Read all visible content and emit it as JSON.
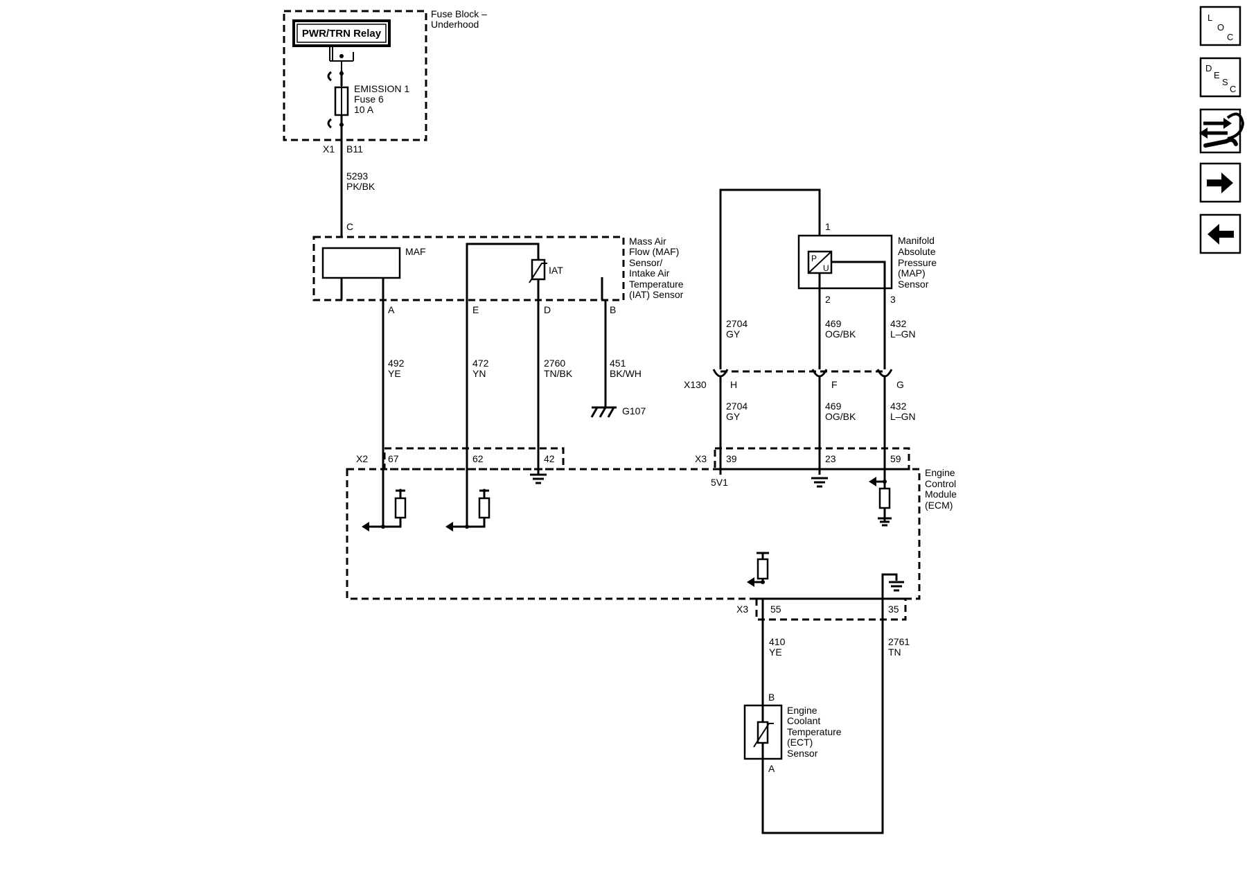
{
  "fuse_block": {
    "relay_label": "PWR/TRN Relay",
    "title_lines": [
      "Fuse Block –",
      "Underhood"
    ],
    "fuse_lines": [
      "EMISSION 1",
      "Fuse 6",
      "10 A"
    ],
    "connector": "X1",
    "pin": "B11"
  },
  "wire_5293": {
    "circuit": "5293",
    "color": "PK/BK"
  },
  "maf_iat": {
    "pin_c": "C",
    "maf_label": "MAF",
    "iat_label": "IAT",
    "title_lines": [
      "Mass Air",
      "Flow (MAF)",
      "Sensor/",
      "Intake Air",
      "Temperature",
      "(IAT) Sensor"
    ],
    "pins": {
      "a": "A",
      "e": "E",
      "d": "D",
      "b": "B"
    }
  },
  "wires_maf": {
    "w492": {
      "circuit": "492",
      "color": "YE"
    },
    "w472": {
      "circuit": "472",
      "color": "YN"
    },
    "w2760": {
      "circuit": "2760",
      "color": "TN/BK"
    },
    "w451": {
      "circuit": "451",
      "color": "BK/WH"
    }
  },
  "ground_g107": "G107",
  "map_sensor": {
    "title_lines": [
      "Manifold",
      "Absolute",
      "Pressure",
      "(MAP)",
      "Sensor"
    ],
    "pins": {
      "p1": "1",
      "p2": "2",
      "p3": "3"
    },
    "symbol_p": "P",
    "symbol_u": "U"
  },
  "map_wires_upper": {
    "w2704": {
      "circuit": "2704",
      "color": "GY"
    },
    "w469": {
      "circuit": "469",
      "color": "OG/BK"
    },
    "w432": {
      "circuit": "432",
      "color": "L–GN"
    }
  },
  "x130": {
    "connector": "X130",
    "pins": {
      "h": "H",
      "f": "F",
      "g": "G"
    }
  },
  "map_wires_lower": {
    "w2704": {
      "circuit": "2704",
      "color": "GY"
    },
    "w469": {
      "circuit": "469",
      "color": "OG/BK"
    },
    "w432": {
      "circuit": "432",
      "color": "L–GN"
    }
  },
  "ecm": {
    "x2_connector": "X2",
    "x2_pins": {
      "p67": "67",
      "p62": "62",
      "p42": "42"
    },
    "x3_connector": "X3",
    "x3_pins": {
      "p39": "39",
      "p23": "23",
      "p59": "59"
    },
    "ref_5v": "5V1",
    "title_lines": [
      "Engine",
      "Control",
      "Module",
      "(ECM)"
    ],
    "x3b_connector": "X3",
    "x3b_pins": {
      "p55": "55",
      "p35": "35"
    }
  },
  "ect_wires": {
    "w410": {
      "circuit": "410",
      "color": "YE"
    },
    "w2761": {
      "circuit": "2761",
      "color": "TN"
    }
  },
  "ect_sensor": {
    "pin_b": "B",
    "pin_a": "A",
    "title_lines": [
      "Engine",
      "Coolant",
      "Temperature",
      "(ECT)",
      "Sensor"
    ]
  },
  "sidebar": {
    "loc_letters": [
      "L",
      "O",
      "C"
    ],
    "desc_letters": [
      "D",
      "E",
      "S",
      "C"
    ]
  }
}
